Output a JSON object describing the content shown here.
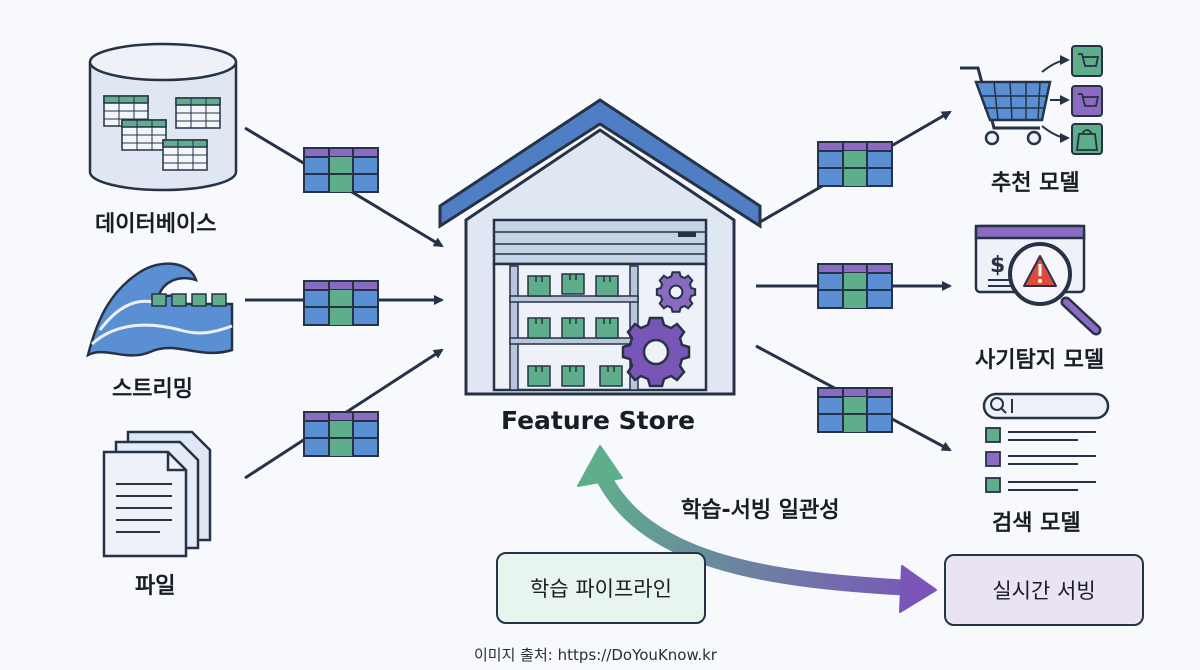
{
  "sources": {
    "database": "데이터베이스",
    "streaming": "스트리밍",
    "file": "파일"
  },
  "center": {
    "title": "Feature Store"
  },
  "models": {
    "recommendation": "추천 모델",
    "fraud": "사기탐지 모델",
    "search": "검색 모델"
  },
  "consistency": {
    "label": "학습-서빙 일관성",
    "training_box": "학습 파이프라인",
    "serving_box": "실시간 서빙"
  },
  "footer": {
    "credit": "이미지 출처: https://DoYouKnow.kr"
  },
  "colors": {
    "blue": "#5b8fd4",
    "green": "#5fae8b",
    "purple": "#8a6bc1",
    "dark": "#263246",
    "training_fill": "#e8f5ee",
    "serving_fill": "#e9e3f4"
  }
}
